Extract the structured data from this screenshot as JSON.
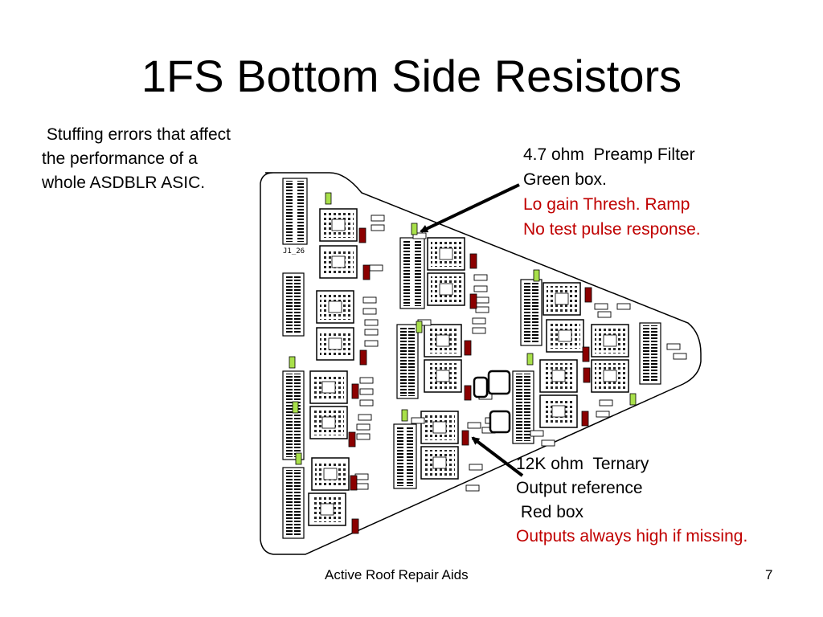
{
  "slide": {
    "title": "1FS Bottom Side Resistors",
    "left_note": [
      " Stuffing errors that affect",
      "the performance of a",
      "whole ASDBLR ASIC."
    ],
    "callout_green": {
      "lines": [
        "4.7 ohm  Preamp Filter",
        "Green box."
      ],
      "red_lines": [
        "Lo gain Thresh. Ramp",
        "No test pulse response."
      ]
    },
    "callout_red": {
      "lines": [
        "12K ohm  Ternary",
        "Output reference",
        " Red box"
      ],
      "red_lines": [
        "Outputs always high if missing."
      ]
    },
    "board_label": "J1_26"
  },
  "footer": {
    "left": "Active Roof   Repair Aids",
    "page": "7"
  },
  "colors": {
    "red_box": "#8b0000",
    "green_box": "#a8e04a",
    "annotation_red": "#c00000"
  }
}
